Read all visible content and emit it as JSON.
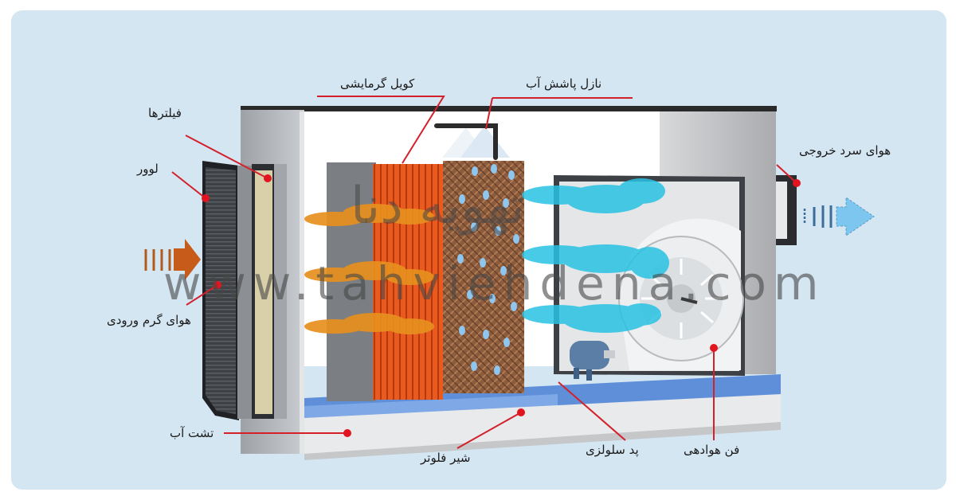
{
  "diagram": {
    "title": "Evaporative air cooler / air washer cross-section",
    "colors": {
      "background": "#d5e6f3",
      "leader_line": "#e0202a",
      "hot_air": "#e07a1a",
      "cool_air": "#2ec4e0",
      "heating_coil": "#e8571c",
      "cellulose_pad": "#8a5a3c",
      "water_tray": "#6b95d6",
      "casing": "#b9bcc0"
    },
    "labels": {
      "filters": "فیلترها",
      "louver": "لوور",
      "warm_air_inlet": "هوای گرم ورودی",
      "heating_coil": "کویل گرمایشی",
      "water_spray_nozzle": "نازل پاشش آب",
      "cool_air_outlet": "هوای سرد خروجی",
      "water_tray": "تشت آب",
      "float_valve": "شیر فلوتر",
      "cellulose_pad": "پد سلولزی",
      "blower_fan": "فن هوادهی"
    },
    "watermark": {
      "brand_fa": "تهویه دنا",
      "url": "www.tahviehdena.com"
    }
  }
}
